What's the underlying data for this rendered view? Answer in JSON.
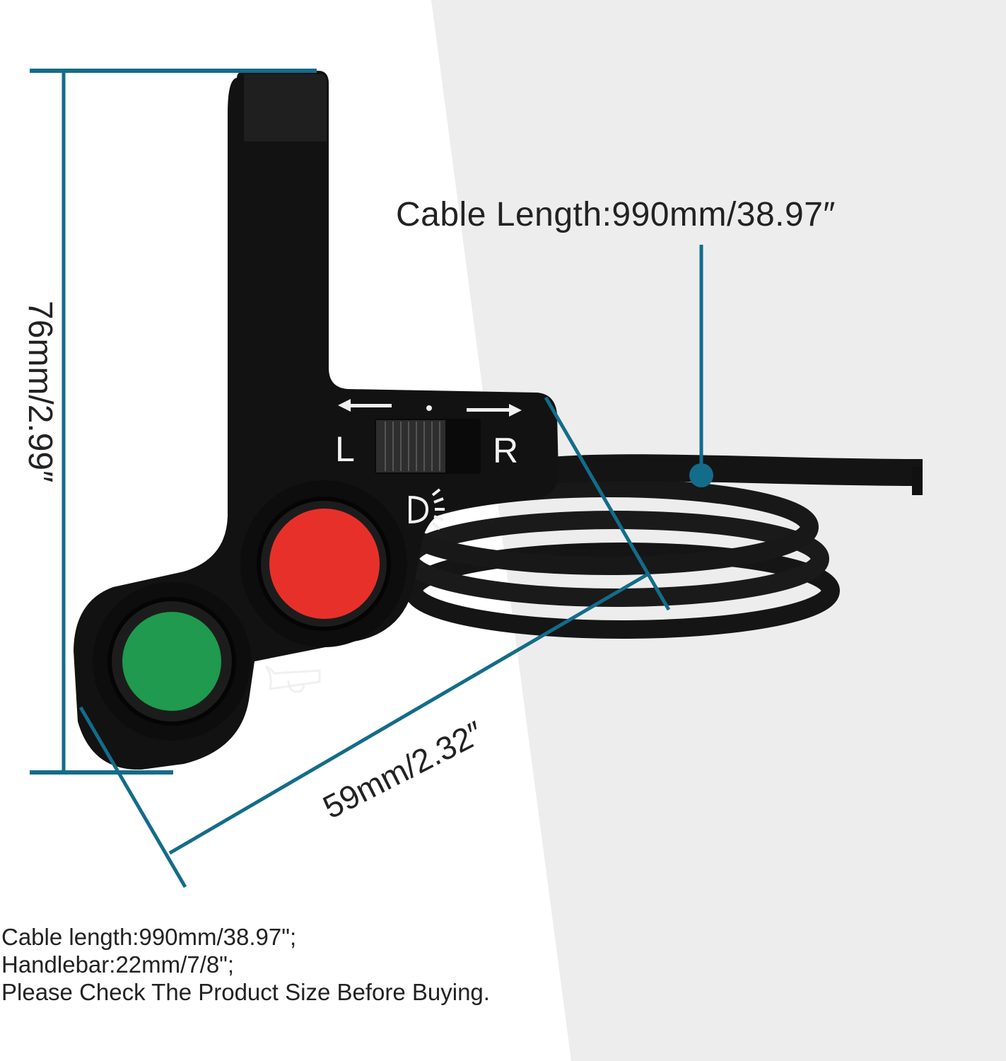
{
  "dimensions": {
    "cable_length_callout": "Cable Length:990mm/38.97″",
    "height": "76mm/2.99″",
    "width": "59mm/2.32″"
  },
  "switch_markings": {
    "left": "L",
    "right": "R",
    "headlight_symbol": "headlight-icon",
    "horn_symbol": "horn-icon",
    "turn_signal_arrows": [
      "left-arrow",
      "right-arrow"
    ]
  },
  "buttons": [
    {
      "name": "headlight",
      "color": "#e8302a"
    },
    {
      "name": "horn",
      "color": "#1f9a4e"
    }
  ],
  "notes": [
    "Cable length:990mm/38.97\";",
    "Handlebar:22mm/7/8\";",
    "Please Check The Product Size Before Buying."
  ],
  "colors": {
    "accent": "#136c8a",
    "background_light": "#ffffff",
    "background_gray": "#ededed",
    "product_body": "#111111"
  }
}
